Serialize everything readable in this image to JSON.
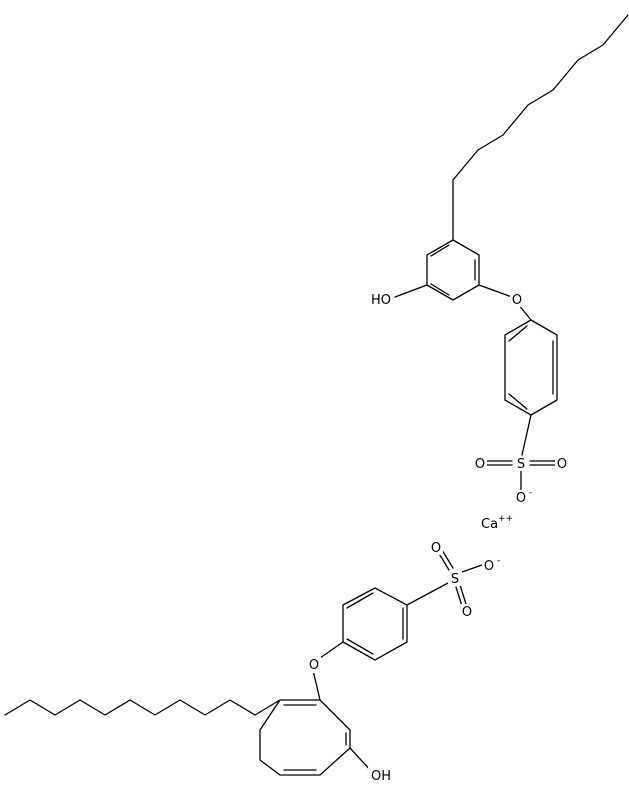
{
  "molecule": {
    "upper": {
      "hydroxyl": "HO",
      "ether_oxygen": "O",
      "sulfur": "S",
      "sulfonyl_oxygen_left": "O",
      "sulfonyl_oxygen_right": "O",
      "anion_oxygen": "O",
      "anion_charge": "-"
    },
    "lower": {
      "hydroxyl": "OH",
      "ether_oxygen": "O",
      "sulfur": "S",
      "sulfonyl_oxygen_top": "O",
      "sulfonyl_oxygen_bottom": "O",
      "anion_oxygen": "O",
      "anion_charge": "-"
    },
    "counterion": {
      "symbol": "Ca",
      "charge": "++"
    }
  }
}
